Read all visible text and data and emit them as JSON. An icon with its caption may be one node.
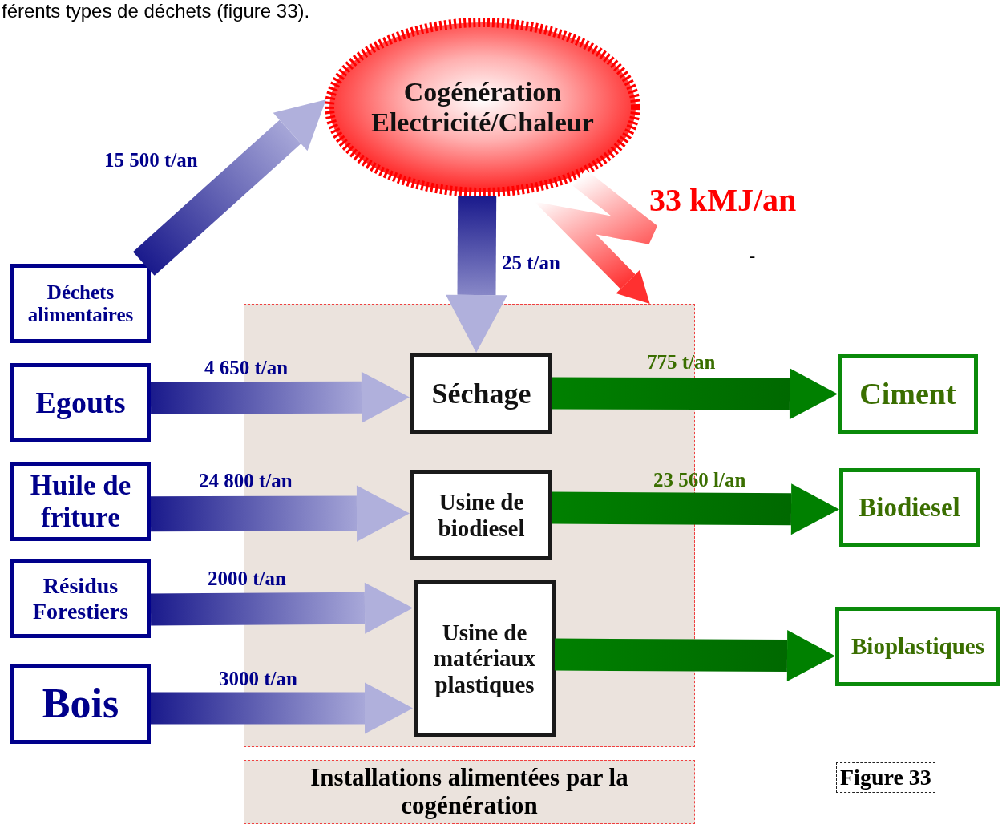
{
  "diagram": {
    "nodes": [
      {
        "text": [
          "Cogénération Electricité/Chaleur"
        ]
      },
      {
        "text": [
          "Déchets alimentaires"
        ]
      },
      {
        "text": [
          "Egouts"
        ]
      },
      {
        "text": [
          "Huile de friture"
        ]
      },
      {
        "text": [
          "Résidus Forestiers"
        ]
      },
      {
        "text": [
          "Bois"
        ]
      },
      {
        "text": [
          "Installations alimentées par la cogénération"
        ]
      },
      {
        "text": [],
        "shape": "box"
      },
      {
        "text": [
          "Séchage"
        ],
        "in": 7
      },
      {
        "text": [
          "Usine de biodiesel"
        ],
        "in": 7
      },
      {
        "text": [
          "Usine de matériaux plastiques"
        ],
        "in": 7
      },
      {
        "text": [
          "Ciment"
        ]
      },
      {
        "text": [
          "Biodiesel"
        ]
      },
      {
        "text": [
          "Bioplastiques"
        ]
      }
    ],
    "edges": [
      {
        "from": 1,
        "to": 0,
        "arrow": "to",
        "label": "15 500 t/an"
      },
      {
        "from": 0,
        "to": 8,
        "arrow": "to",
        "label": "25 t/an"
      },
      {
        "from": 0,
        "to": 7,
        "arrow": "to",
        "label": "33 kMJ/an",
        "color": "#ff0000"
      },
      {
        "from": 2,
        "to": 8,
        "arrow": "to",
        "label": "4 650 t/an"
      },
      {
        "from": 3,
        "to": 9,
        "arrow": "to",
        "label": "24 800 t/an"
      },
      {
        "from": 4,
        "to": 10,
        "arrow": "to",
        "label": "2000 t/an"
      },
      {
        "from": 5,
        "to": 10,
        "arrow": "to",
        "label": "3000 t/an"
      },
      {
        "from": 8,
        "to": 11,
        "arrow": "to",
        "label": "775 t/an",
        "color": "#008000"
      },
      {
        "from": 9,
        "to": 12,
        "arrow": "to",
        "label": "23 560 l/an",
        "color": "#008000"
      },
      {
        "from": 10,
        "to": 13,
        "arrow": "to",
        "color": "#008000"
      }
    ],
    "labels": [
      "férents types de déchets (figure 33).",
      "-",
      "Figure 33"
    ]
  }
}
